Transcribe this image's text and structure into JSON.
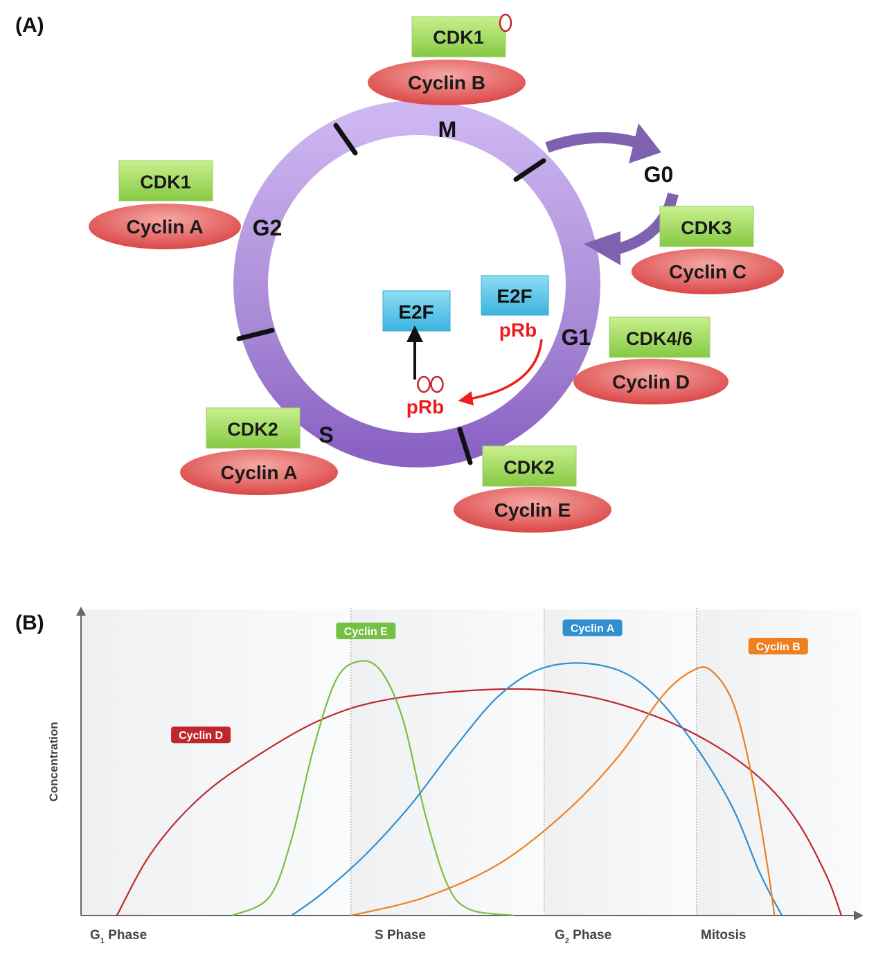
{
  "panel_a": {
    "label": "(A)",
    "phases": {
      "M": "M",
      "G1": "G1",
      "S": "S",
      "G2": "G2",
      "G0": "G0"
    },
    "complexes": [
      {
        "id": "m",
        "cdk": "CDK1",
        "cyclin": "Cyclin B",
        "phospho": true
      },
      {
        "id": "g2",
        "cdk": "CDK1",
        "cyclin": "Cyclin A"
      },
      {
        "id": "g0",
        "cdk": "CDK3",
        "cyclin": "Cyclin C"
      },
      {
        "id": "g1",
        "cdk": "CDK4/6",
        "cyclin": "Cyclin D"
      },
      {
        "id": "s",
        "cdk": "CDK2",
        "cyclin": "Cyclin A"
      },
      {
        "id": "g1s",
        "cdk": "CDK2",
        "cyclin": "Cyclin E"
      }
    ],
    "e2f_free": "E2F",
    "e2f_bound": "E2F",
    "prb_bound": "pRb",
    "prb_phospho": "pRb",
    "colors": {
      "ring": "#a98bd6",
      "cdk_box": "#a8df6a",
      "cyclin_ellipse": "#e86a6a",
      "e2f_box": "#5cc8e8",
      "prb": "#ee1c1c",
      "g0_arrow": "#7e62b0"
    }
  },
  "panel_b": {
    "label": "(B)",
    "chart_data": {
      "type": "line",
      "ylabel": "Concentration",
      "xlabel": "",
      "x_ticks": [
        {
          "main": "G",
          "sub": "1",
          "rest": " Phase"
        },
        {
          "main": "S Phase",
          "sub": "",
          "rest": ""
        },
        {
          "main": "G",
          "sub": "2",
          "rest": " Phase"
        },
        {
          "main": "Mitosis",
          "sub": "",
          "rest": ""
        }
      ],
      "x_range": [
        0,
        10
      ],
      "y_range": [
        0,
        1
      ],
      "phase_boundaries": [
        3.4,
        6.0,
        8.05
      ],
      "series": [
        {
          "name": "Cyclin D",
          "color": "#c0272d",
          "points": [
            [
              0.25,
              0
            ],
            [
              0.7,
              0.2
            ],
            [
              1.3,
              0.37
            ],
            [
              2.0,
              0.5
            ],
            [
              3.0,
              0.64
            ],
            [
              4.0,
              0.71
            ],
            [
              5.5,
              0.74
            ],
            [
              6.5,
              0.72
            ],
            [
              7.4,
              0.66
            ],
            [
              8.2,
              0.57
            ],
            [
              8.9,
              0.45
            ],
            [
              9.4,
              0.31
            ],
            [
              9.8,
              0.13
            ],
            [
              10.0,
              0
            ]
          ]
        },
        {
          "name": "Cyclin E",
          "color": "#76c043",
          "points": [
            [
              1.8,
              0
            ],
            [
              2.3,
              0.06
            ],
            [
              2.6,
              0.25
            ],
            [
              2.9,
              0.55
            ],
            [
              3.2,
              0.77
            ],
            [
              3.5,
              0.83
            ],
            [
              3.8,
              0.8
            ],
            [
              4.1,
              0.64
            ],
            [
              4.4,
              0.33
            ],
            [
              4.7,
              0.1
            ],
            [
              5.0,
              0.02
            ],
            [
              5.6,
              0
            ]
          ]
        },
        {
          "name": "Cyclin A",
          "color": "#2f8fcf",
          "points": [
            [
              2.6,
              0
            ],
            [
              3.0,
              0.07
            ],
            [
              3.6,
              0.2
            ],
            [
              4.2,
              0.36
            ],
            [
              4.8,
              0.55
            ],
            [
              5.4,
              0.72
            ],
            [
              6.0,
              0.81
            ],
            [
              6.7,
              0.82
            ],
            [
              7.3,
              0.76
            ],
            [
              7.9,
              0.6
            ],
            [
              8.5,
              0.37
            ],
            [
              8.9,
              0.14
            ],
            [
              9.2,
              0
            ]
          ]
        },
        {
          "name": "Cyclin B",
          "color": "#f07f1e",
          "points": [
            [
              3.4,
              0
            ],
            [
              4.4,
              0.06
            ],
            [
              5.4,
              0.17
            ],
            [
              6.3,
              0.34
            ],
            [
              7.0,
              0.52
            ],
            [
              7.6,
              0.72
            ],
            [
              8.0,
              0.8
            ],
            [
              8.25,
              0.8
            ],
            [
              8.55,
              0.69
            ],
            [
              8.8,
              0.45
            ],
            [
              9.0,
              0.17
            ],
            [
              9.1,
              0
            ]
          ]
        }
      ],
      "series_labels": [
        {
          "name": "Cyclin E",
          "at": [
            3.6,
            0.93
          ]
        },
        {
          "name": "Cyclin A",
          "at": [
            6.65,
            0.94
          ]
        },
        {
          "name": "Cyclin B",
          "at": [
            9.15,
            0.88
          ]
        },
        {
          "name": "Cyclin D",
          "at": [
            1.38,
            0.59
          ]
        }
      ],
      "grid": false,
      "legend": "none"
    }
  }
}
